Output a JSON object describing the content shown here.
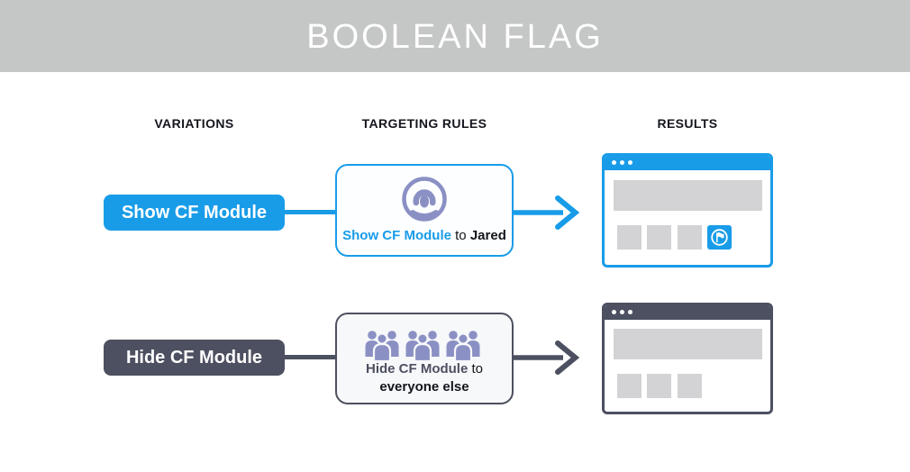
{
  "banner": {
    "title": "BOOLEAN FLAG",
    "background": "#C5C6C6",
    "text_color": "#FFFFFF"
  },
  "columns": [
    {
      "id": "variations",
      "label": "VARIATIONS"
    },
    {
      "id": "targeting_rules",
      "label": "TARGETING RULES"
    },
    {
      "id": "results",
      "label": "RESULTS"
    }
  ],
  "rows": [
    {
      "variation": {
        "label": "Show CF Module",
        "color": "#189CE8"
      },
      "rule": {
        "icon": "single-user-avatar-icon",
        "icon_color": "#8B90C4",
        "flag_text": "Show CF Module",
        "connector_text": "to",
        "audience_text": "Jared"
      },
      "result": {
        "window_style": "blue",
        "shows_module": true,
        "module_icon": "flag-in-circle-icon",
        "placeholder_tiles": 3
      }
    },
    {
      "variation": {
        "label": "Hide CF Module",
        "color": "#4C5060"
      },
      "rule": {
        "icon": "crowd-icon",
        "icon_color": "#8B90C4",
        "flag_text": "Hide CF Module",
        "connector_text": "to",
        "audience_text": "everyone else"
      },
      "result": {
        "window_style": "dark",
        "shows_module": false,
        "placeholder_tiles": 3
      }
    }
  ],
  "colors": {
    "blue": "#189CE8",
    "slate": "#4C5060",
    "periwinkle": "#8B90C4",
    "placeholder_gray": "#D3D3D5",
    "banner_gray": "#C5C6C6"
  }
}
